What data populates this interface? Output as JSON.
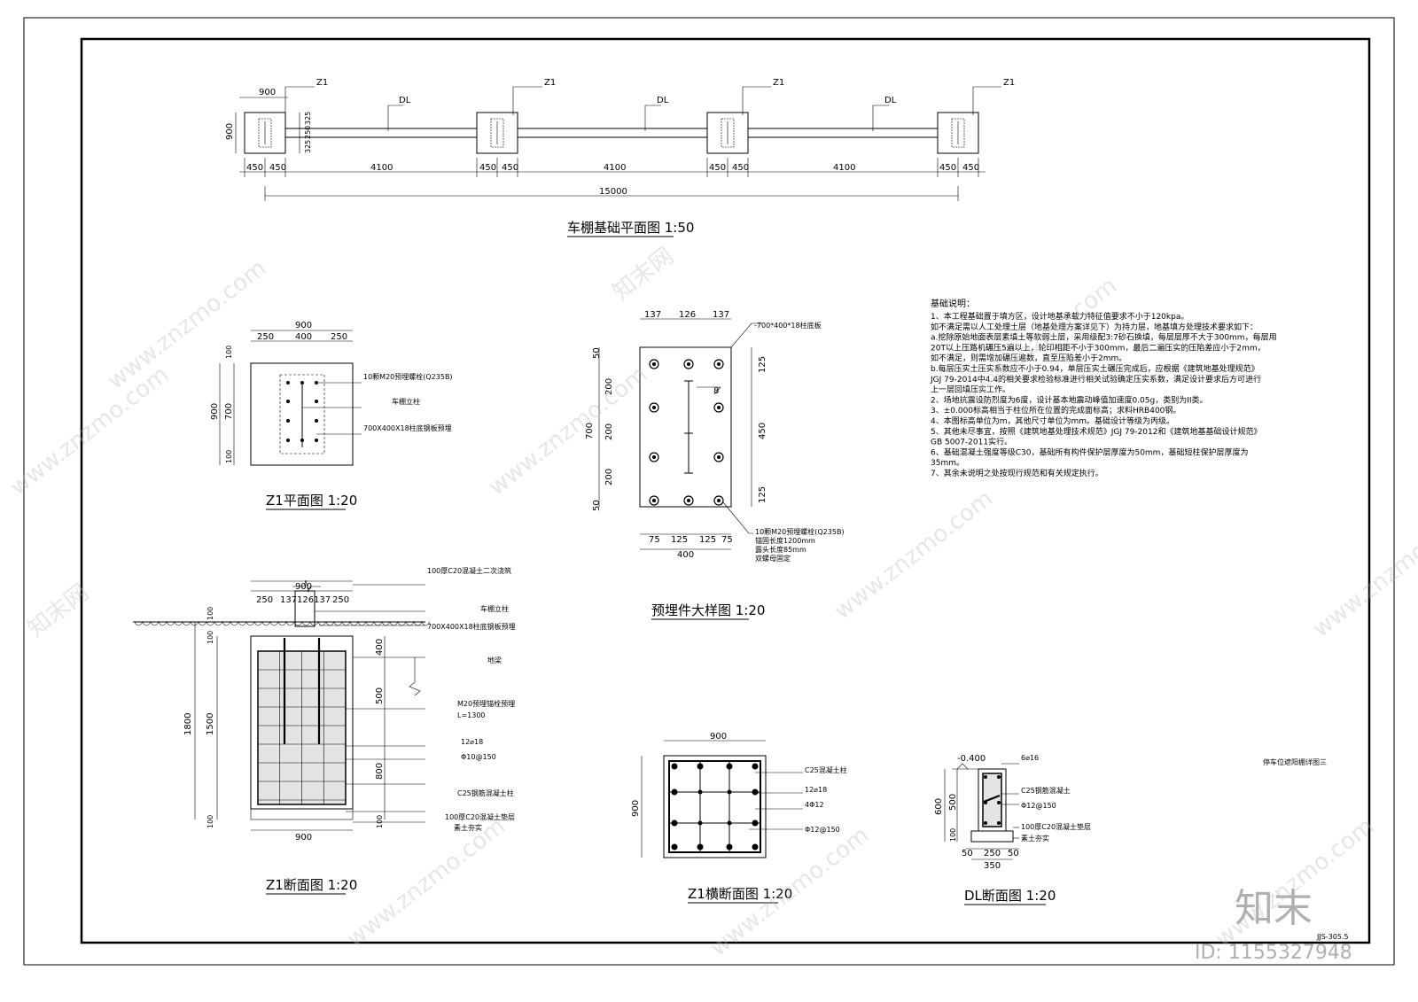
{
  "plan": {
    "title": "车棚基础平面图 1:50",
    "col_label": "Z1",
    "beam_label": "DL",
    "dim_900": "900",
    "dim_325_top": "325",
    "dim_250": "250",
    "dim_325_bot": "325",
    "dim_450": "450",
    "dim_4100": "4100",
    "dim_total": "15000"
  },
  "z1_plan": {
    "title": "Z1平面图 1:20",
    "dims_top": [
      "250",
      "400",
      "250"
    ],
    "dim_width": "900",
    "dims_side": [
      "100",
      "700",
      "100"
    ],
    "dim_height": "900",
    "callouts": [
      "10颗M20预埋螺栓(Q235B)",
      "车棚立柱",
      "700X400X18柱底钢板预埋"
    ]
  },
  "embed": {
    "title": "预埋件大样图 1:20",
    "dims_top": [
      "137",
      "126",
      "137"
    ],
    "plate_label": "-700*400*18柱底板",
    "weld": "8",
    "dims_left": [
      "50",
      "200",
      "200",
      "200",
      "50"
    ],
    "dim_left_total": "700",
    "dims_right": [
      "125",
      "450",
      "125"
    ],
    "dims_bottom": [
      "75",
      "125",
      "125",
      "75"
    ],
    "dim_bottom_total": "400",
    "bolt_note": [
      "10颗M20预埋螺栓(Q235B)",
      "锚固长度1200mm",
      "露头长度85mm",
      "双螺母固定"
    ]
  },
  "notes": {
    "title": "基础说明：",
    "lines": [
      "1、本工程基础置于填方区，设计地基承载力特征值要求不小于120kpa。",
      "如不满足需以人工处理土层（地基处理方案详见下）为持力层，地基填方处理技术要求如下：",
      "a.挖除原始地面表层素填土等软弱土层，采用级配3:7砂石换填，每层层厚不大于300mm，每层用",
      "20T以上压路机碾压5遍以上，轮印相距不小于300mm，最后二遍压实的压陷差应小于2mm，",
      "如不满足，则需增加碾压遍数，直至压陷差小于2mm。",
      "b.每层压实土压实系数应不小于0.94，单层压实土碾压完成后，应根据《建筑地基处理规范》",
      "JGJ 79-2014中4.4的相关要求检验标准进行相关试验确定压实系数，满足设计要求后方可进行",
      "上一层回填压实工作。",
      "2、场地抗震设防烈度为6度，设计基本地震动峰值加速度0.05g，类别为II类。",
      "3、±0.000标高相当于柱位所在位置的完成面标高；求料HRB400钢。",
      "4、本图标高单位为m，其他尺寸单位为mm。基础设计等级为丙级。",
      "5、其他未尽事宜，按照《建筑地基处理技术规范》JGJ 79-2012和《建筑地基基础设计规范》",
      "GB 5007-2011实行。",
      "6、基础混凝土强度等级C30，基础所有构件保护层厚度为50mm，基础短柱保护层厚度为",
      "35mm。",
      "7、其余未说明之处按现行规范和有关规定执行。"
    ]
  },
  "z1_section": {
    "title": "Z1断面图 1:20",
    "dims_top": [
      "250",
      "137",
      "126",
      "137",
      "250"
    ],
    "dim_top_width": "900",
    "dim_bottom_width": "900",
    "dims_left_outer": [
      "100",
      "1800"
    ],
    "dims_left_inner": [
      "100",
      "1500",
      "100"
    ],
    "dims_right": [
      "400",
      "500",
      "800",
      "100"
    ],
    "callouts": [
      "100厚C20混凝土二次浇筑",
      "车棚立柱",
      "700X400X18柱底钢板预埋",
      "地梁",
      "M20预埋锚栓预埋",
      "L=1300",
      "12⌀18",
      "Φ10@150",
      "C25钢筋混凝土柱",
      "100厚C20混凝土垫层",
      "素土夯实"
    ]
  },
  "z1_cross": {
    "title": "Z1横断面图 1:20",
    "dim_width": "900",
    "dim_height": "900",
    "callouts": [
      "C25混凝土柱",
      "12⌀18",
      "4Φ12",
      "Φ12@150"
    ]
  },
  "dl_section": {
    "title": "DL断面图 1:20",
    "elevation": "-0.400",
    "dims_left": [
      "500",
      "100"
    ],
    "dim_left_total": "600",
    "dims_bottom": [
      "50",
      "250",
      "50"
    ],
    "dim_bottom_total": "350",
    "callouts": [
      "6⌀16",
      "C25钢筋混凝土",
      "Φ12@150",
      "100厚C20混凝土垫层",
      "素土夯实"
    ]
  },
  "titleblock": {
    "drawing_name": "停车位遮阳棚详图三",
    "drawing_no": "JJS-305.5"
  },
  "watermark": {
    "logo": "知末",
    "id": "ID: 1155327948",
    "site": "www.znzmo.com",
    "brand": "知末网"
  }
}
